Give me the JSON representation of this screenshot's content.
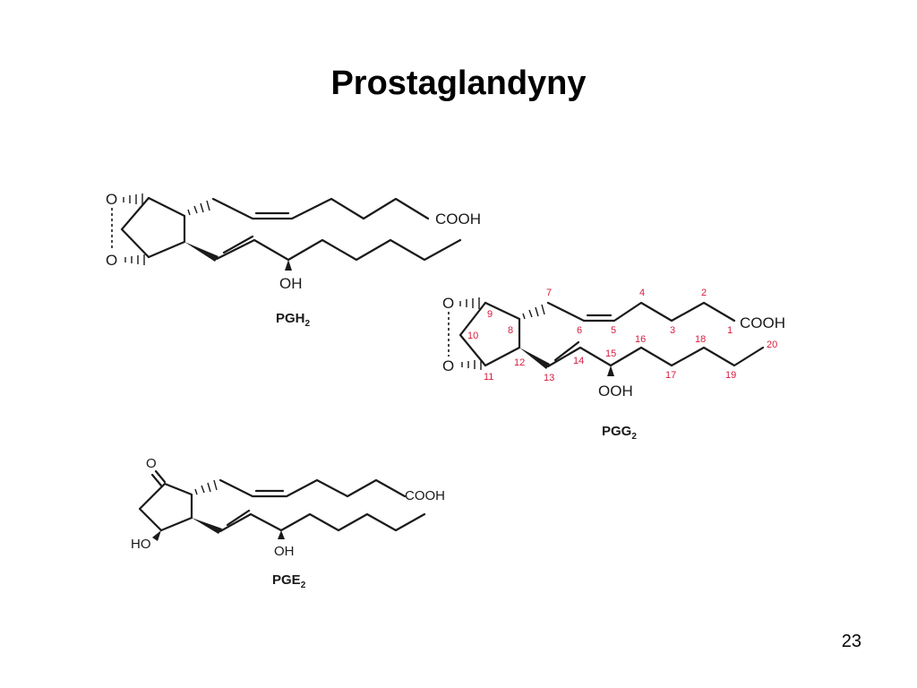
{
  "slide": {
    "title": "Prostaglandyny",
    "page_number": "23"
  },
  "structures": [
    {
      "name_main": "PGH",
      "name_sub": "2",
      "labels": {
        "cooh": "COOH",
        "oh": "OH",
        "o_top": "O",
        "o_bottom": "O"
      }
    },
    {
      "name_main": "PGG",
      "name_sub": "2",
      "labels": {
        "cooh": "COOH",
        "ooh": "OOH",
        "o_top": "O",
        "o_bottom": "O"
      },
      "carbon_numbers": [
        "1",
        "2",
        "3",
        "4",
        "5",
        "6",
        "7",
        "8",
        "9",
        "10",
        "11",
        "12",
        "13",
        "14",
        "15",
        "16",
        "17",
        "18",
        "19",
        "20"
      ],
      "number_color": "#d81b3c"
    },
    {
      "name_main": "PGE",
      "name_sub": "2",
      "labels": {
        "cooh": "COOH",
        "oh": "OH",
        "ho": "HO",
        "o_keto": "O"
      }
    }
  ]
}
